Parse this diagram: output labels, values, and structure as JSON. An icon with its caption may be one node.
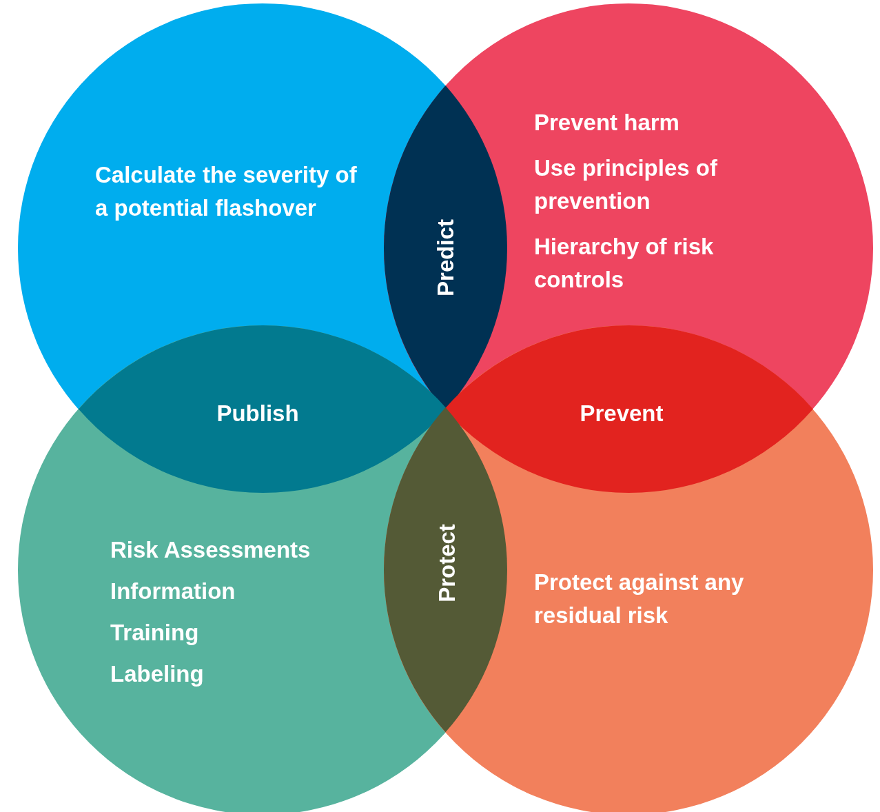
{
  "diagram": {
    "nodes": [
      {
        "text": [
          "Calculate the severity of a potential flashover"
        ]
      },
      {
        "text": [
          "Prevent harm",
          "Use principles of prevention",
          "Hierarchy of risk controls"
        ]
      },
      {
        "text": [
          "Risk Assessments",
          "Information",
          "Training",
          "Labeling"
        ]
      },
      {
        "text": [
          "Protect against any residual risk"
        ]
      },
      {
        "text": [
          "Predict"
        ]
      },
      {
        "text": [
          "Publish"
        ]
      },
      {
        "text": [
          "Prevent"
        ]
      },
      {
        "text": [
          "Protect"
        ]
      }
    ]
  }
}
